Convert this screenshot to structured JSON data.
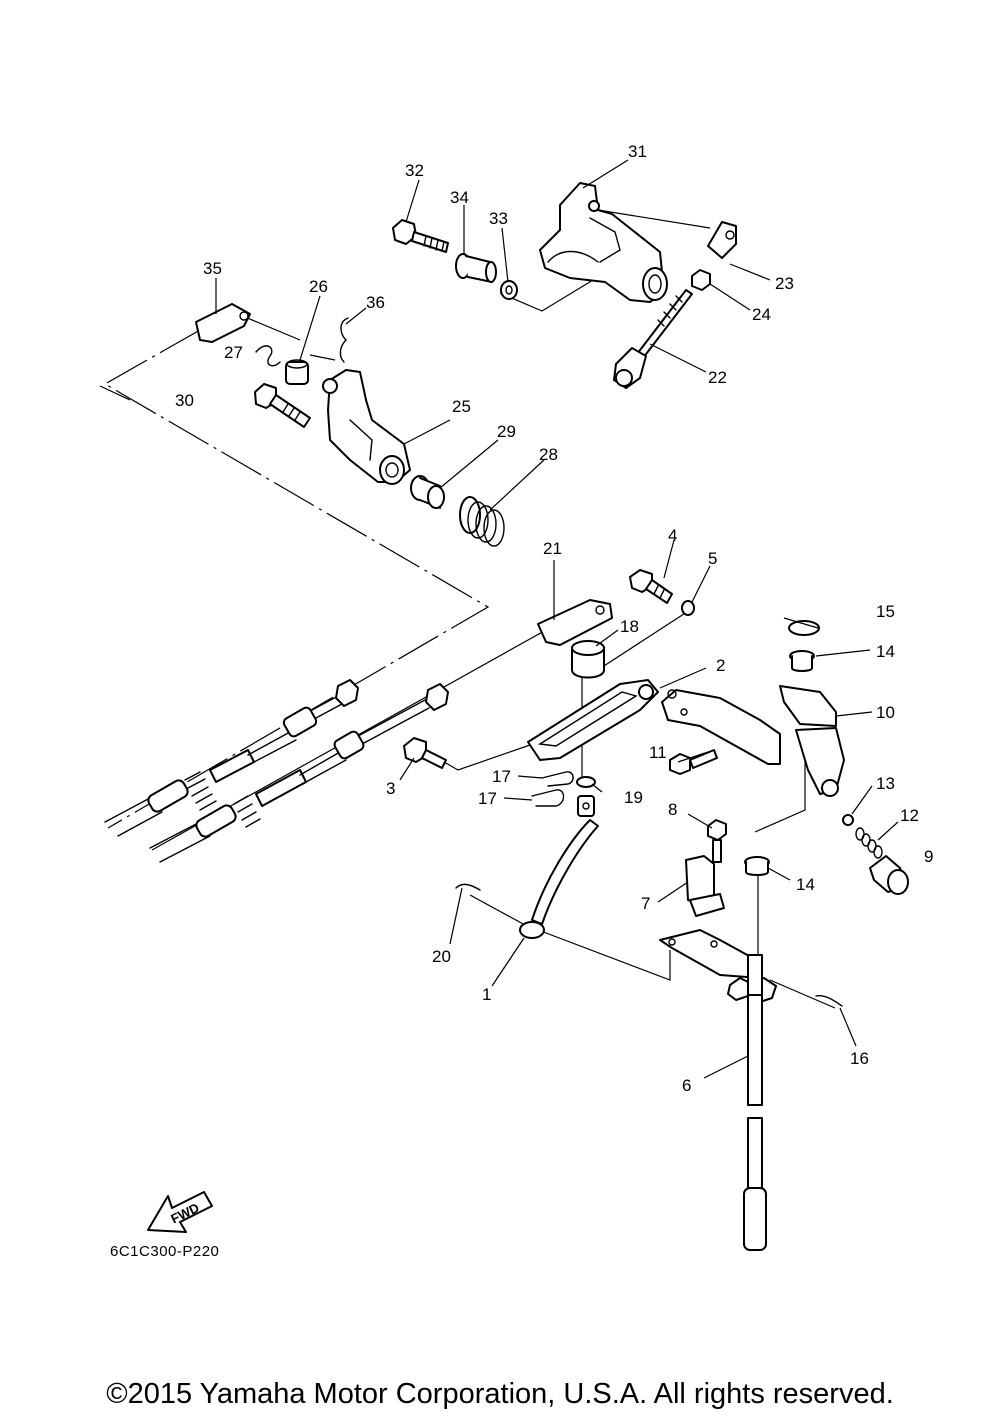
{
  "diagram_code": "6C1C300-P220",
  "fwd_label": "FWD",
  "copyright": "©2015 Yamaha Motor Corporation, U.S.A. All rights reserved.",
  "part_labels": {
    "p1": "1",
    "p2": "2",
    "p3": "3",
    "p4": "4",
    "p5": "5",
    "p6": "6",
    "p7": "7",
    "p8": "8",
    "p9": "9",
    "p10": "10",
    "p11": "11",
    "p12": "12",
    "p13": "13",
    "p14a": "14",
    "p14b": "14",
    "p15": "15",
    "p16": "16",
    "p17a": "17",
    "p17b": "17",
    "p18": "18",
    "p19": "19",
    "p20": "20",
    "p21": "21",
    "p22": "22",
    "p23": "23",
    "p24": "24",
    "p25": "25",
    "p26": "26",
    "p27": "27",
    "p28": "28",
    "p29": "29",
    "p30": "30",
    "p31": "31",
    "p32": "32",
    "p33": "33",
    "p34": "34",
    "p35": "35",
    "p36": "36"
  }
}
